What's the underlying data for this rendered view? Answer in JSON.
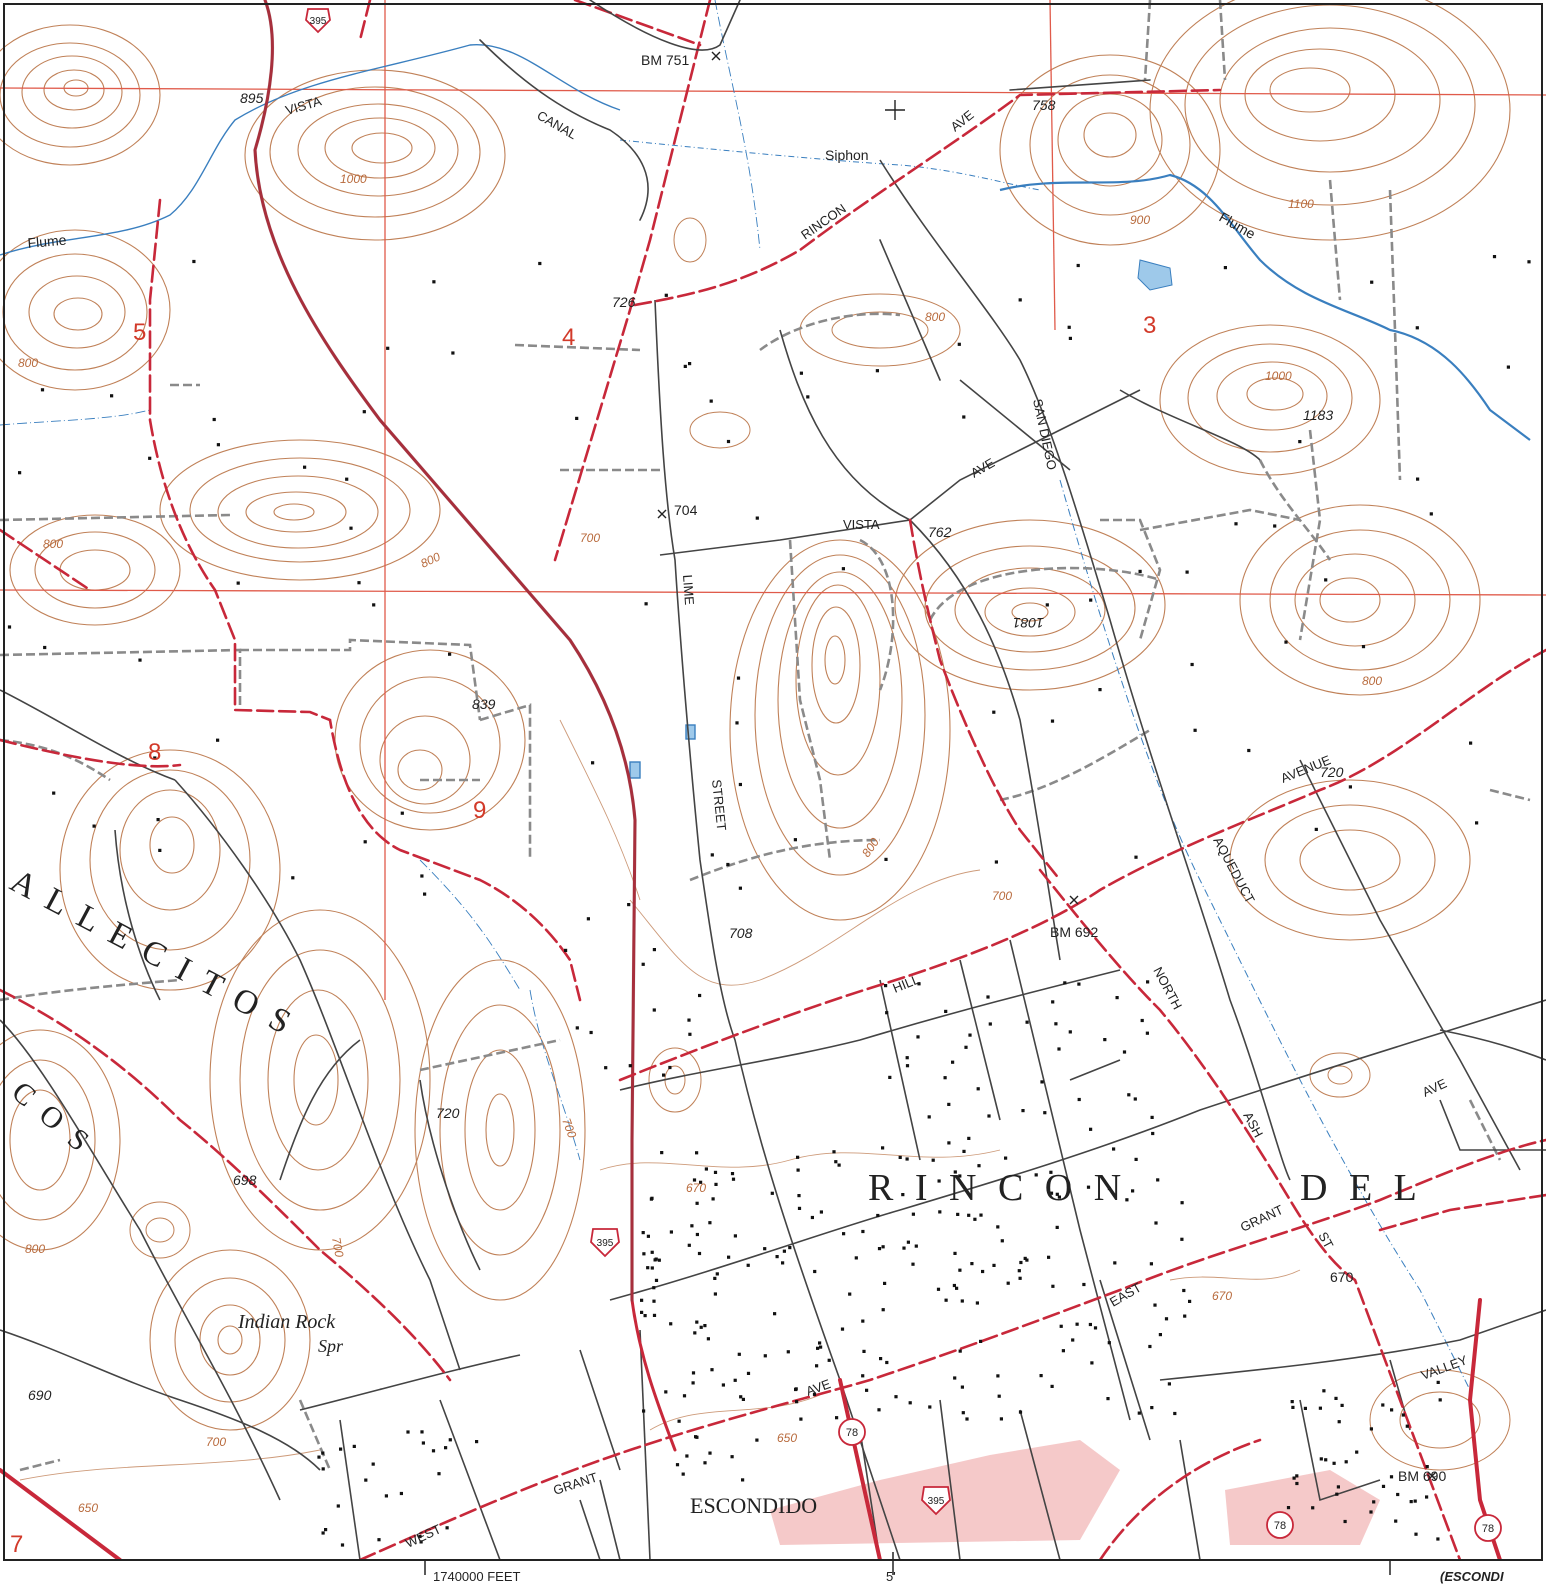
{
  "colors": {
    "background": "#ffffff",
    "contour": "#c08158",
    "contour_index": "#a45a2c",
    "section_line": "#e05a4a",
    "road_primary": "#c8283a",
    "road_secondary": "#444444",
    "road_unimproved": "#8a8a8a",
    "water": "#3a7fbf",
    "urban_tint": "#f2b7b7",
    "text": "#222222"
  },
  "map_labels": {
    "place_rincon": "R I N C O N",
    "place_del": "D E L",
    "place_vallecitos": "A L L E C I T O S",
    "place_cos": "C O S",
    "place_escondido": "ESCONDIDO",
    "spring": "Indian Rock",
    "spring_abbr": "Spr",
    "flume_west": "Flume",
    "flume_east": "Flume",
    "siphon": "Siphon",
    "canal_vista": "VISTA",
    "canal_canal": "CANAL",
    "rincon_ave_1": "RINCON",
    "rincon_ave_2": "AVE",
    "vista_ave_1": "VISTA",
    "vista_ave_2": "AVE",
    "san_diego": "SAN DIEGO",
    "lime_street_1": "LIME",
    "lime_street_2": "STREET",
    "aqueduct": "AQUEDUCT",
    "north_ash_1": "NORTH",
    "north_ash_2": "ASH",
    "north_ash_3": "ST",
    "hill_ave": "HILL",
    "avenue": "AVENUE",
    "ave_east": "AVE",
    "east_grant_1": "EAST",
    "east_grant_2": "GRANT",
    "ave_mid": "AVE",
    "west_grant_1": "WEST",
    "west_grant_2": "GRANT",
    "valley": "VALLEY"
  },
  "shields": {
    "us395_top": "395",
    "us395_mid": "395",
    "us395_bottom": "395",
    "ca78_1": "78",
    "ca78_2": "78",
    "ca78_3": "78"
  },
  "sections": [
    "5",
    "4",
    "3",
    "8",
    "9",
    "7"
  ],
  "elevations": {
    "bm751": "BM 751",
    "e895": "895",
    "e758": "758",
    "e726": "726",
    "e704": "704",
    "e762": "762",
    "e1081": "1081",
    "e1183": "1183",
    "e839": "839",
    "e720a": "720",
    "bm692": "BM 692",
    "e708": "708",
    "e720b": "720",
    "e698": "698",
    "e670": "670",
    "e690": "690",
    "bm690": "BM 690"
  },
  "contour_values": {
    "c800a": "800",
    "c1000a": "1000",
    "c800b": "800",
    "c800c": "800",
    "c700a": "700",
    "c900": "900",
    "c1100": "1100",
    "c800d": "800",
    "c1000b": "1000",
    "c800e": "800",
    "c800f": "800",
    "c700b": "700",
    "c670a": "670",
    "c670b": "670",
    "c650a": "650",
    "c700c": "700",
    "c650b": "650",
    "c800g": "800",
    "c700d": "700",
    "c700e": "700"
  },
  "margin": {
    "easting": "1740000 FEET",
    "minutes": "5'",
    "adjoining": "(ESCONDI"
  }
}
